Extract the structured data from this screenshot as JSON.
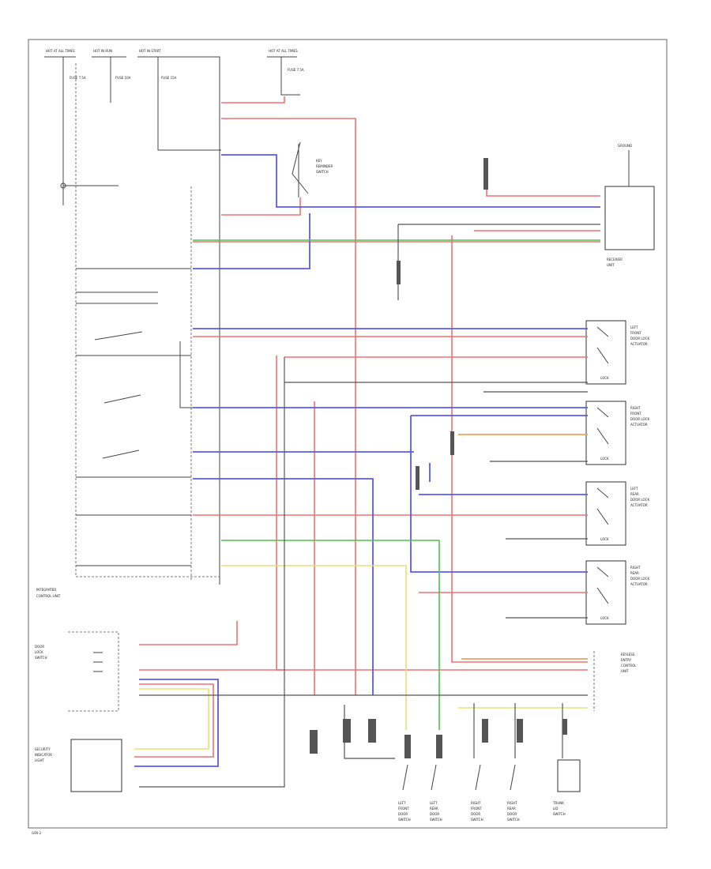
{
  "diagram": {
    "fuse_labels": [
      "HOT AT ALL TIMES",
      "HOT IN RUN",
      "HOT IN START",
      "HOT AT ALL TIMES"
    ],
    "fuse_values": [
      "FUSE 7.5A",
      "FUSE 10A",
      "FUSE 15A",
      "FUSE 7.5A"
    ],
    "main_module": [
      "INTEGRATED",
      "CONTROL UNIT"
    ],
    "components": {
      "key_warning_switch": [
        "KEY",
        "REMINDER",
        "SWITCH"
      ],
      "ground_top": "GROUND",
      "receiver": [
        "RECEIVER",
        "UNIT"
      ],
      "door_lock_actuators": [
        [
          "LEFT",
          "FRONT",
          "DOOR LOCK",
          "ACTUATOR"
        ],
        [
          "RIGHT",
          "FRONT",
          "DOOR LOCK",
          "ACTUATOR"
        ],
        [
          "LEFT",
          "REAR",
          "DOOR LOCK",
          "ACTUATOR"
        ],
        [
          "RIGHT",
          "REAR",
          "DOOR LOCK",
          "ACTUATOR"
        ]
      ],
      "door_switches": [
        [
          "LEFT",
          "FRONT",
          "DOOR",
          "SWITCH"
        ],
        [
          "LEFT",
          "REAR",
          "DOOR",
          "SWITCH"
        ],
        [
          "RIGHT",
          "FRONT",
          "DOOR",
          "SWITCH"
        ],
        [
          "RIGHT",
          "REAR",
          "DOOR",
          "SWITCH"
        ],
        [
          "TRUNK",
          "LID",
          "SWITCH"
        ]
      ],
      "lock_label": "LOCK",
      "right_module": [
        "KEYLESS",
        "ENTRY",
        "CONTROL",
        "UNIT"
      ],
      "left_modules": [
        [
          "DOOR",
          "LOCK",
          "SWITCH"
        ],
        [
          "SECURITY",
          "INDICATOR",
          "LIGHT"
        ]
      ]
    },
    "footer": "G90-2"
  }
}
